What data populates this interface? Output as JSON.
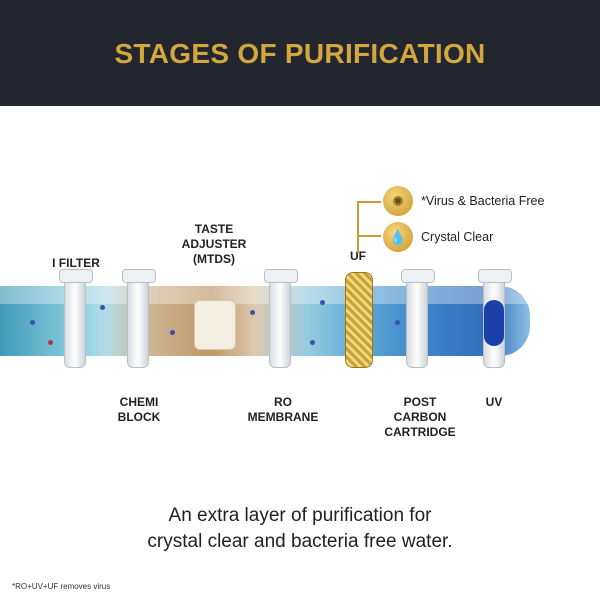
{
  "title": "STAGES OF PURIFICATION",
  "stages": {
    "i_filter": "I FILTER",
    "taste_adjuster": [
      "TASTE",
      "ADJUSTER",
      "(MTDS)"
    ],
    "uf": "UF",
    "chemi_block": [
      "CHEMI",
      "BLOCK"
    ],
    "ro_membrane": [
      "RO",
      "MEMBRANE"
    ],
    "post_carbon": [
      "POST",
      "CARBON",
      "CARTRIDGE"
    ],
    "uv": "UV"
  },
  "benefits": [
    {
      "icon": "virus-bacteria-icon",
      "label": "*Virus & Bacteria Free"
    },
    {
      "icon": "water-drop-icon",
      "label": "Crystal Clear"
    }
  ],
  "caption": [
    "An extra layer of purification for",
    "crystal clear and bacteria free water."
  ],
  "footnote": "*RO+UV+UF removes virus",
  "colors": {
    "header": "#23252f",
    "gold": "#d2a73e"
  }
}
